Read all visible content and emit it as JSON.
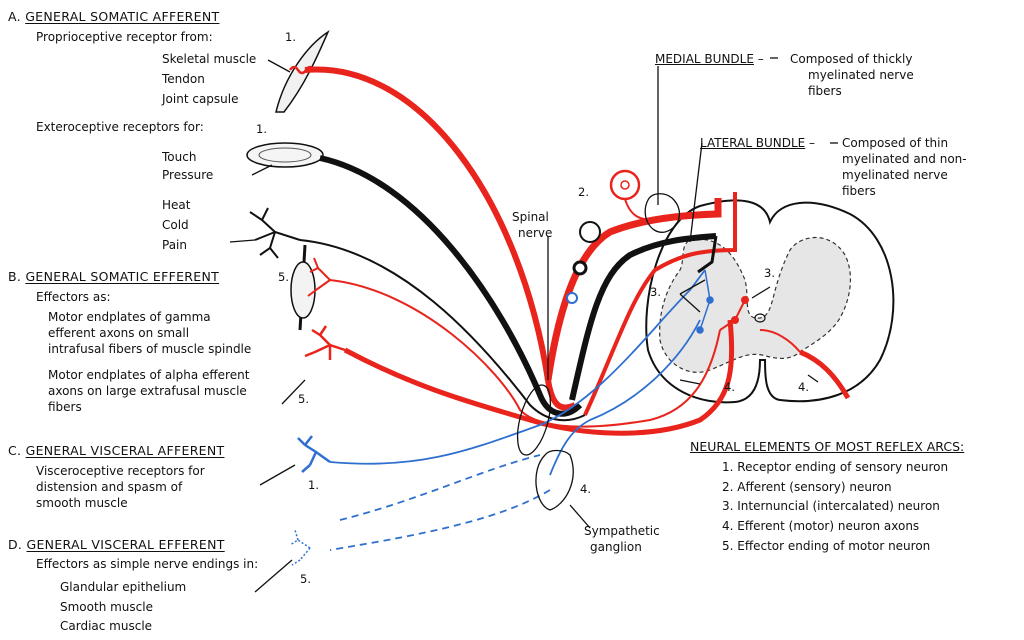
{
  "sections": {
    "gsa": {
      "heading_letter": "A.",
      "heading": "GENERAL SOMATIC AFFERENT",
      "sub1": "Proprioceptive receptor from:",
      "items1": [
        "Skeletal muscle",
        "Tendon",
        "Joint capsule"
      ],
      "sub2": "Exteroceptive receptors for:",
      "items2": [
        "Touch",
        "Pressure"
      ],
      "items3": [
        "Heat",
        "Cold",
        "Pain"
      ]
    },
    "gse": {
      "heading_letter": "B.",
      "heading": "GENERAL SOMATIC EFFERENT",
      "sub": "Effectors as:",
      "para1": [
        "Motor endplates of gamma",
        "efferent axons on small",
        "intrafusal fibers of muscle spindle"
      ],
      "para2": [
        "Motor endplates of alpha efferent",
        "axons on large extrafusal muscle",
        "fibers"
      ]
    },
    "gva": {
      "heading_letter": "C.",
      "heading": "GENERAL VISCERAL AFFERENT",
      "para": [
        "Visceroceptive receptors for",
        "distension and spasm of",
        "smooth muscle"
      ]
    },
    "gve": {
      "heading_letter": "D.",
      "heading": "GENERAL VISCERAL EFFERENT",
      "sub": "Effectors as simple nerve endings in:",
      "items": [
        "Glandular epithelium",
        "Smooth muscle",
        "Cardiac muscle"
      ]
    }
  },
  "medial_bundle": {
    "title": "MEDIAL BUNDLE",
    "desc": [
      "Composed of thickly",
      "myelinated nerve",
      "fibers"
    ]
  },
  "lateral_bundle": {
    "title": "LATERAL BUNDLE",
    "desc": [
      "Composed of thin",
      "myelinated and non-",
      "myelinated nerve",
      "fibers"
    ]
  },
  "spinal_nerve": [
    "Spinal",
    "nerve"
  ],
  "sympathetic_ganglion": [
    "Sympathetic",
    "ganglion"
  ],
  "legend": {
    "title": "NEURAL ELEMENTS OF MOST REFLEX ARCS:",
    "items": [
      "1. Receptor ending of sensory neuron",
      "2. Afferent (sensory) neuron",
      "3. Internuncial (intercalated) neuron",
      "4. Efferent (motor) neuron axons",
      "5. Effector ending of motor neuron"
    ]
  },
  "markers": {
    "one_a": "1.",
    "one_b": "1.",
    "one_c": "1.",
    "two": "2.",
    "three_a": "3.",
    "three_b": "3.",
    "four_a": "4.",
    "four_b": "4.",
    "four_c": "4.",
    "five_a": "5.",
    "five_b": "5.",
    "five_c": "5."
  },
  "colors": {
    "somatic": "#e8241c",
    "visceral": "#2f6fd0",
    "medial": "#111111",
    "gray_matter": "#e6e6e6"
  }
}
